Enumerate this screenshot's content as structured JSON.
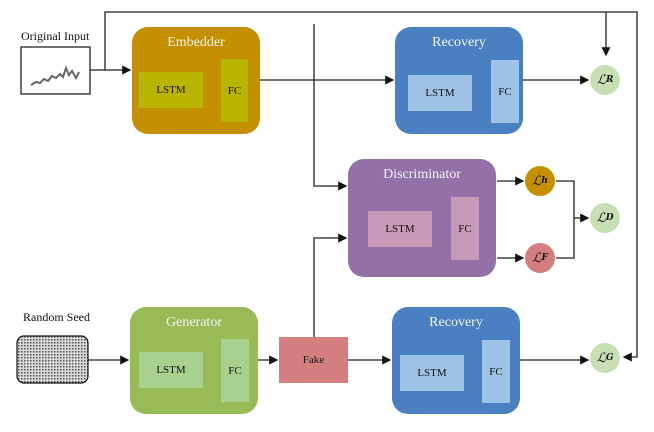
{
  "inputs": {
    "original_input": "Original Input",
    "random_seed": "Random Seed"
  },
  "blocks": {
    "embedder": {
      "title": "Embedder",
      "lstm": "LSTM",
      "fc": "FC",
      "color": "#c49000",
      "inner": "#b8b400"
    },
    "recovery_top": {
      "title": "Recovery",
      "lstm": "LSTM",
      "fc": "FC",
      "color": "#4a7fc1",
      "inner": "#9fc3e7"
    },
    "discriminator": {
      "title": "Discriminator",
      "lstm": "LSTM",
      "fc": "FC",
      "color": "#9370a8",
      "inner": "#c99ab8"
    },
    "generator": {
      "title": "Generator",
      "lstm": "LSTM",
      "fc": "FC",
      "color": "#98bb57",
      "inner": "#a9d18e"
    },
    "recovery_bottom": {
      "title": "Recovery",
      "lstm": "LSTM",
      "fc": "FC",
      "color": "#4a7fc1",
      "inner": "#9fc3e7"
    }
  },
  "fake": {
    "label": "Fake",
    "color": "#d47f7f"
  },
  "losses": {
    "recovery": {
      "symbol": "ℒ",
      "sub": "R",
      "color": "#c6e0b4"
    },
    "hidden": {
      "symbol": "ℒ",
      "sub": "h",
      "color": "#c49000"
    },
    "fake": {
      "symbol": "ℒ",
      "sub": "F",
      "color": "#d47f7f"
    },
    "discriminator": {
      "symbol": "ℒ",
      "sub": "D",
      "color": "#c6e0b4"
    },
    "generator": {
      "symbol": "ℒ",
      "sub": "G",
      "color": "#c6e0b4"
    }
  }
}
